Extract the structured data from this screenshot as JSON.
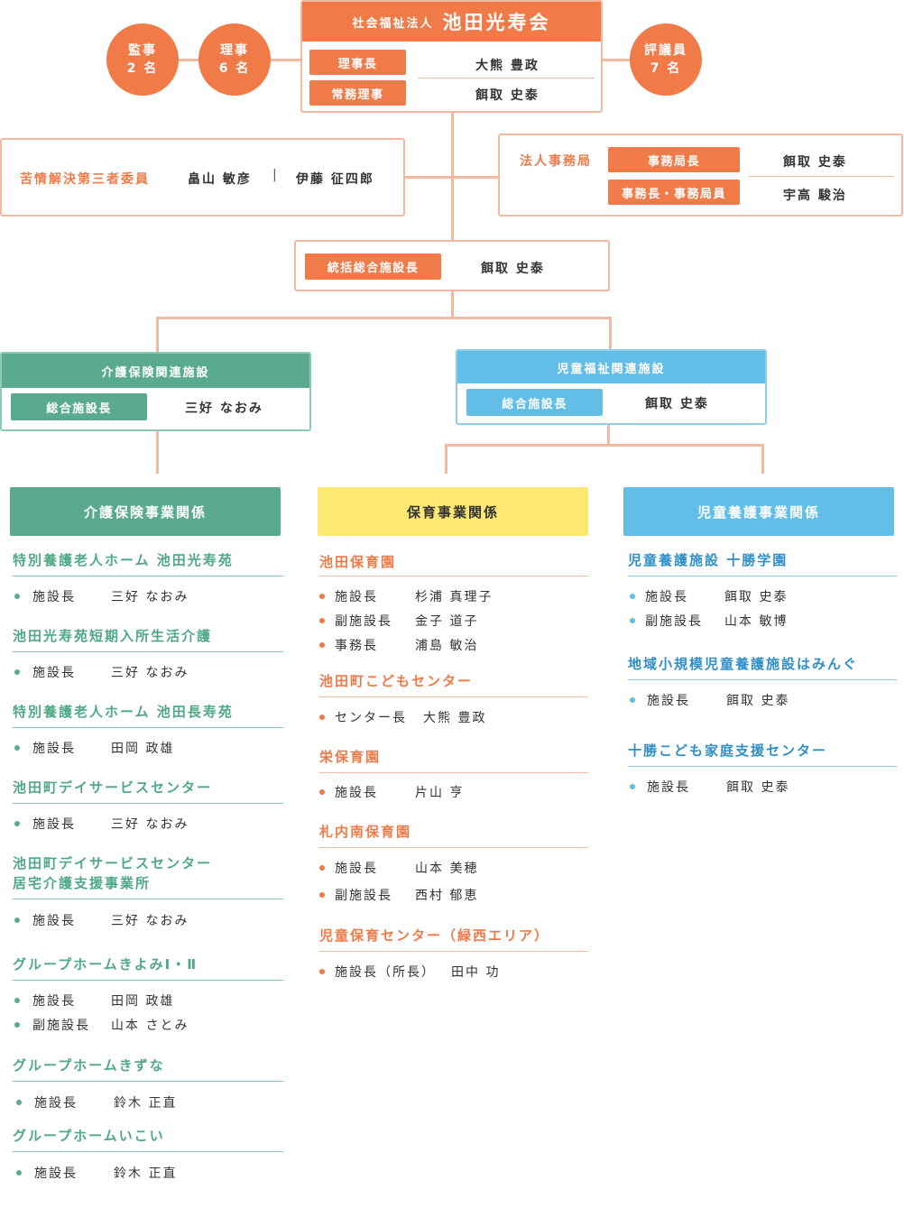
{
  "top": {
    "org_prefix": "社会福祉法人",
    "org_name": "池田光寿会",
    "kanji_label": "監事",
    "kanji_count": "2 名",
    "riji_label": "理事",
    "riji_count": "6 名",
    "hyogi_label": "評議員",
    "hyogi_count": "7 名",
    "rijicho_label": "理事長",
    "rijicho_name": "大熊 豊政",
    "jomu_label": "常務理事",
    "jomu_name": "餌取 史泰"
  },
  "complaint": {
    "label": "苦情解決第三者委員",
    "name1": "畠山 敏彦",
    "separator": "|",
    "name2": "伊藤 征四郎"
  },
  "office": {
    "label": "法人事務局",
    "role1": "事務局長",
    "name1": "餌取 史泰",
    "role2": "事務長・事務局員",
    "name2": "宇高 駿治"
  },
  "general": {
    "role": "統括総合施設長",
    "name": "餌取 史泰"
  },
  "care_group": {
    "title": "介護保険関連施設",
    "role": "総合施設長",
    "name": "三好 なおみ"
  },
  "child_group": {
    "title": "児童福祉関連施設",
    "role": "総合施設長",
    "name": "餌取 史泰"
  },
  "colors": {
    "orange": "#f07a48",
    "green": "#5aab8d",
    "yellow": "#fde872",
    "blue": "#62bde7",
    "connector": "#f3b9a0"
  },
  "columns": [
    {
      "title": "介護保険事業関係",
      "facilities": [
        {
          "name": "特別養護老人ホーム 池田光寿苑",
          "staff": [
            {
              "role": "施設長",
              "name": "三好 なおみ"
            }
          ]
        },
        {
          "name": "池田光寿苑短期入所生活介護",
          "staff": [
            {
              "role": "施設長",
              "name": "三好 なおみ"
            }
          ]
        },
        {
          "name": "特別養護老人ホーム 池田長寿苑",
          "staff": [
            {
              "role": "施設長",
              "name": "田岡 政雄"
            }
          ]
        },
        {
          "name": "池田町デイサービスセンター",
          "staff": [
            {
              "role": "施設長",
              "name": "三好 なおみ"
            }
          ]
        },
        {
          "name": "池田町デイサービスセンター",
          "name2": "居宅介護支援事業所",
          "staff": [
            {
              "role": "施設長",
              "name": "三好 なおみ"
            }
          ]
        },
        {
          "name": "グループホームきよみⅠ・Ⅱ",
          "staff": [
            {
              "role": "施設長",
              "name": "田岡 政雄"
            },
            {
              "role": "副施設長",
              "name": "山本 さとみ"
            }
          ]
        },
        {
          "name": "グループホームきずな",
          "staff": [
            {
              "role": "施設長",
              "name": "鈴木 正直"
            }
          ]
        },
        {
          "name": "グループホームいこい",
          "staff": [
            {
              "role": "施設長",
              "name": "鈴木 正直"
            }
          ]
        }
      ]
    },
    {
      "title": "保育事業関係",
      "facilities": [
        {
          "name": "池田保育園",
          "staff": [
            {
              "role": "施設長",
              "name": "杉浦 真理子"
            },
            {
              "role": "副施設長",
              "name": "金子 道子"
            },
            {
              "role": "事務長",
              "name": "浦島 敏治"
            }
          ]
        },
        {
          "name": "池田町こどもセンター",
          "staff": [
            {
              "role": "センター長",
              "name": "大熊 豊政"
            }
          ]
        },
        {
          "name": "栄保育園",
          "staff": [
            {
              "role": "施設長",
              "name": "片山 亨"
            }
          ]
        },
        {
          "name": "札内南保育園",
          "staff": [
            {
              "role": "施設長",
              "name": "山本 美穂"
            },
            {
              "role": "副施設長",
              "name": "西村 郁恵"
            }
          ]
        },
        {
          "name": "児童保育センター（緑西エリア）",
          "staff": [
            {
              "role": "施設長（所長）",
              "name": "田中 功"
            }
          ]
        }
      ]
    },
    {
      "title": "児童養護事業関係",
      "facilities": [
        {
          "name": "児童養護施設 十勝学園",
          "staff": [
            {
              "role": "施設長",
              "name": "餌取 史泰"
            },
            {
              "role": "副施設長",
              "name": "山本 敏博"
            }
          ]
        },
        {
          "name": "地域小規模児童養護施設はみんぐ",
          "staff": [
            {
              "role": "施設長",
              "name": "餌取 史泰"
            }
          ]
        },
        {
          "name": "十勝こども家庭支援センター",
          "staff": [
            {
              "role": "施設長",
              "name": "餌取 史泰"
            }
          ]
        }
      ]
    }
  ]
}
